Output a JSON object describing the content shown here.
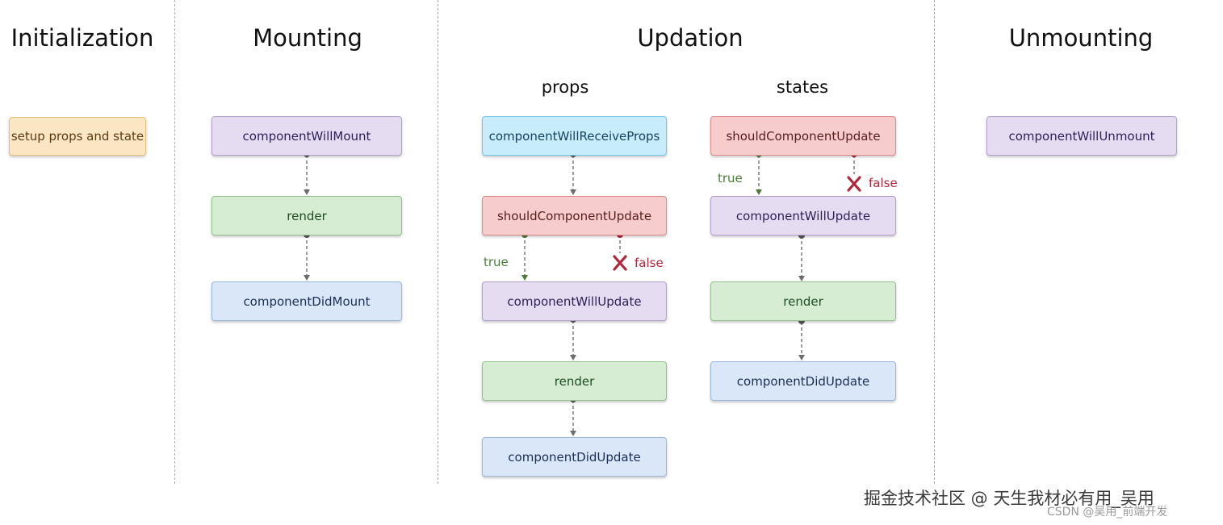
{
  "columns": {
    "initialization": "Initialization",
    "mounting": "Mounting",
    "updation": "Updation",
    "unmounting": "Unmounting"
  },
  "updation_sub": {
    "props": "props",
    "states": "states"
  },
  "nodes": {
    "setup": "setup props and state",
    "will_mount": "componentWillMount",
    "mount_render": "render",
    "did_mount": "componentDidMount",
    "will_receive_props": "componentWillReceiveProps",
    "props_should_update": "shouldComponentUpdate",
    "props_will_update": "componentWillUpdate",
    "props_render": "render",
    "props_did_update": "componentDidUpdate",
    "states_should_update": "shouldComponentUpdate",
    "states_will_update": "componentWillUpdate",
    "states_render": "render",
    "states_did_update": "componentDidUpdate",
    "will_unmount": "componentWillUnmount"
  },
  "labels": {
    "true": "true",
    "false": "false"
  },
  "watermark": {
    "main": "掘金技术社区 @ 天生我材必有用_吴用",
    "sub": "CSDN @吴用_前端开发"
  },
  "colors": {
    "purple": "#e6dcf2",
    "green": "#d6ecd3",
    "blue": "#d9e7f9",
    "cyan": "#c7ecfb",
    "red": "#f7cccc",
    "orange": "#fbe6c4"
  }
}
